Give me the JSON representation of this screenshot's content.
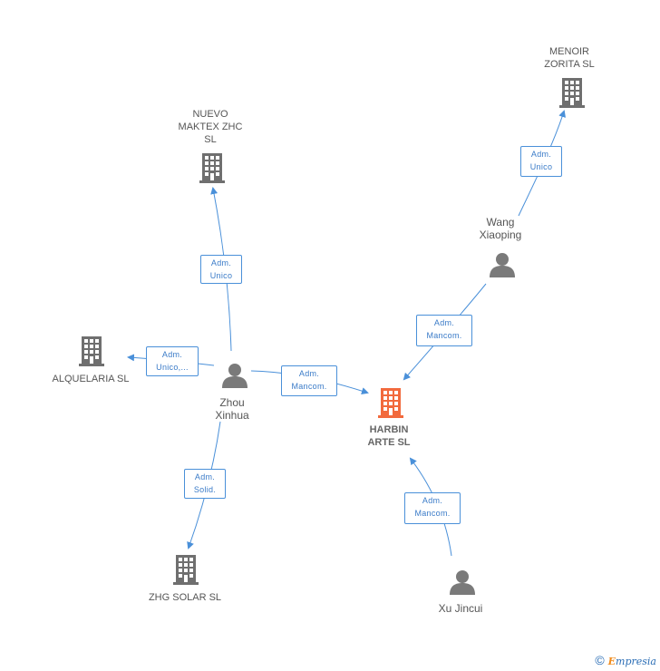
{
  "nodes": {
    "nuevo": {
      "line1": "NUEVO",
      "line2": "MAKTEX ZHC",
      "line3": "SL"
    },
    "menoir": {
      "line1": "MENOIR",
      "line2": "ZORITA SL"
    },
    "alquelaria": {
      "name": "ALQUELARIA SL"
    },
    "zhg": {
      "name": "ZHG SOLAR SL"
    },
    "harbin": {
      "line1": "HARBIN",
      "line2": "ARTE SL"
    },
    "wang": {
      "line1": "Wang",
      "line2": "Xiaoping"
    },
    "zhou": {
      "line1": "Zhou",
      "line2": "Xinhua"
    },
    "xu": {
      "name": "Xu Jincui"
    }
  },
  "edges": {
    "zhou_nuevo": {
      "line1": "Adm.",
      "line2": "Unico"
    },
    "zhou_alquelaria": {
      "line1": "Adm.",
      "line2": "Unico,..."
    },
    "zhou_harbin": {
      "line1": "Adm.",
      "line2": "Mancom."
    },
    "zhou_zhg": {
      "line1": "Adm.",
      "line2": "Solid."
    },
    "wang_menoir": {
      "line1": "Adm.",
      "line2": "Unico"
    },
    "wang_harbin": {
      "line1": "Adm.",
      "line2": "Mancom."
    },
    "xu_harbin": {
      "line1": "Adm.",
      "line2": "Mancom."
    }
  },
  "footer": {
    "copyright": "©",
    "brand_initial": "E",
    "brand_rest": "mpresia"
  },
  "colors": {
    "edge": "#4a90d9",
    "company": "#6f6f6f",
    "focus": "#f26a3d",
    "person": "#7a7a7a"
  }
}
